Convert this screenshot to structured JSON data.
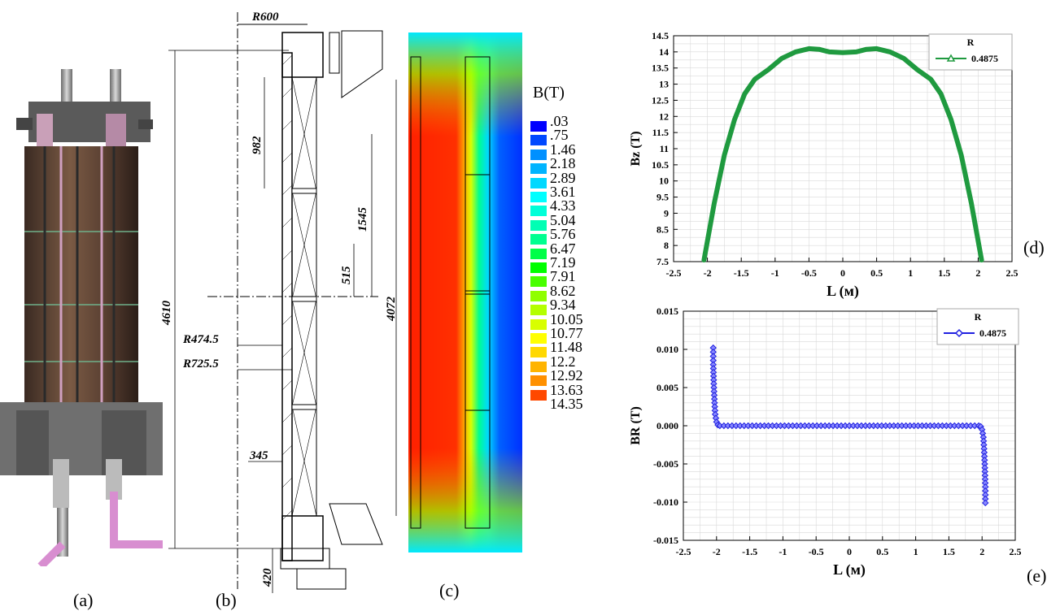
{
  "captions": {
    "a": "(a)",
    "b": "(b)",
    "c": "(c)",
    "d": "(d)",
    "e": "(e)"
  },
  "drawing": {
    "r600": "R600",
    "h4610": "4610",
    "d982": "982",
    "d1545": "1545",
    "d515": "515",
    "d4072": "4072",
    "r474": "R474.5",
    "r725": "R725.5",
    "d345": "345",
    "d420": "420"
  },
  "colorbar": {
    "title": "B(T)",
    "labels": [
      ".03",
      ".75",
      "1.46",
      "2.18",
      "2.89",
      "3.61",
      "4.33",
      "5.04",
      "5.76",
      "6.47",
      "7.19",
      "7.91",
      "8.62",
      "9.34",
      "10.05",
      "10.77",
      "11.48",
      "12.2",
      "12.92",
      "13.63",
      "14.35"
    ],
    "colors": [
      "#0000ff",
      "#0048ff",
      "#0090ff",
      "#00b4ff",
      "#00d8ff",
      "#00ffff",
      "#00ffd8",
      "#00ffb4",
      "#00ff90",
      "#00ff48",
      "#00ff00",
      "#48ff00",
      "#90ff00",
      "#b4ff00",
      "#d8ff00",
      "#ffff00",
      "#ffd800",
      "#ffb400",
      "#ff9000",
      "#ff4800",
      "#ff0000"
    ]
  },
  "chart_data": [
    {
      "type": "line",
      "ylabel": "Bz (T)",
      "xlabel": "L (м)",
      "legend_title": "R",
      "series": [
        {
          "name": "0.4875",
          "color": "#1f9a3f",
          "x": [
            -2.05,
            -1.9,
            -1.75,
            -1.6,
            -1.45,
            -1.3,
            -1.1,
            -0.9,
            -0.7,
            -0.5,
            -0.35,
            -0.2,
            0,
            0.2,
            0.35,
            0.5,
            0.7,
            0.9,
            1.1,
            1.3,
            1.45,
            1.6,
            1.75,
            1.9,
            2.05
          ],
          "y": [
            7.55,
            9.3,
            10.8,
            11.9,
            12.7,
            13.15,
            13.45,
            13.8,
            14.0,
            14.1,
            14.08,
            14.0,
            13.98,
            14.0,
            14.08,
            14.1,
            14.0,
            13.8,
            13.45,
            13.15,
            12.7,
            11.9,
            10.8,
            9.3,
            7.55
          ]
        }
      ],
      "xlim": [
        -2.5,
        2.5
      ],
      "ylim": [
        7.5,
        14.5
      ],
      "xticks": [
        "-2.5",
        "-2",
        "-1.5",
        "-1",
        "-0.5",
        "0",
        "0.5",
        "1",
        "1.5",
        "2",
        "2.5"
      ],
      "yticks": [
        "7.5",
        "8",
        "8.5",
        "9",
        "9.5",
        "10",
        "10.5",
        "11",
        "11.5",
        "12",
        "12.5",
        "13",
        "13.5",
        "14",
        "14.5"
      ],
      "legend_position": "top-right",
      "grid": true
    },
    {
      "type": "line",
      "ylabel": "BR (T)",
      "xlabel": "L (м)",
      "legend_title": "R",
      "series": [
        {
          "name": "0.4875",
          "color": "#2020e0",
          "x": [
            -2.05,
            -2.05,
            -2.04,
            -2.03,
            -2.02,
            -2.0,
            -1.98,
            -1.95,
            1.95,
            1.98,
            2.0,
            2.02,
            2.03,
            2.04,
            2.05,
            2.05
          ],
          "y": [
            0.0102,
            0.008,
            0.005,
            0.003,
            0.0015,
            0.0005,
            0.0001,
            0.0,
            0.0,
            -0.0001,
            -0.0005,
            -0.0015,
            -0.003,
            -0.005,
            -0.008,
            -0.0101
          ]
        }
      ],
      "xlim": [
        -2.5,
        2.5
      ],
      "ylim": [
        -0.015,
        0.015
      ],
      "xticks": [
        "-2.5",
        "-2",
        "-1.5",
        "-1",
        "-0.5",
        "0",
        "0.5",
        "1",
        "1.5",
        "2",
        "2.5"
      ],
      "yticks": [
        "-0.015",
        "-0.010",
        "-0.005",
        "0.000",
        "0.005",
        "0.010",
        "0.015"
      ],
      "legend_position": "top-right",
      "grid": true
    }
  ]
}
